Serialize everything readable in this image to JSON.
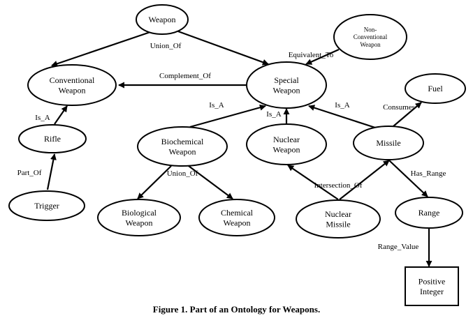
{
  "nodes": [
    {
      "id": "weapon",
      "lines": [
        "Weapon"
      ]
    },
    {
      "id": "non-conventional-weapon",
      "lines": [
        "Non-",
        "Conventional",
        "Weapon"
      ]
    },
    {
      "id": "conventional-weapon",
      "lines": [
        "Conventional",
        "Weapon"
      ]
    },
    {
      "id": "special-weapon",
      "lines": [
        "Special",
        "Weapon"
      ]
    },
    {
      "id": "fuel",
      "lines": [
        "Fuel"
      ]
    },
    {
      "id": "rifle",
      "lines": [
        "Rifle"
      ]
    },
    {
      "id": "biochemical-weapon",
      "lines": [
        "Biochemical",
        "Weapon"
      ]
    },
    {
      "id": "nuclear-weapon",
      "lines": [
        "Nuclear",
        "Weapon"
      ]
    },
    {
      "id": "missile",
      "lines": [
        "Missile"
      ]
    },
    {
      "id": "trigger",
      "lines": [
        "Trigger"
      ]
    },
    {
      "id": "biological-weapon",
      "lines": [
        "Biological",
        "Weapon"
      ]
    },
    {
      "id": "chemical-weapon",
      "lines": [
        "Chemical",
        "Weapon"
      ]
    },
    {
      "id": "nuclear-missile",
      "lines": [
        "Nuclear",
        "Missile"
      ]
    },
    {
      "id": "range",
      "lines": [
        "Range"
      ]
    },
    {
      "id": "positive-integer",
      "lines": [
        "Positive",
        "Integer"
      ]
    }
  ],
  "edges": [
    {
      "id": "weapon-conventional",
      "from": "weapon",
      "to": "conventional-weapon",
      "label": "Union_Of"
    },
    {
      "id": "weapon-special",
      "from": "weapon",
      "to": "special-weapon",
      "label": ""
    },
    {
      "id": "nonconventional-special",
      "from": "non-conventional-weapon",
      "to": "special-weapon",
      "label": "Equivalent_To"
    },
    {
      "id": "special-conventional",
      "from": "special-weapon",
      "to": "conventional-weapon",
      "label": "Complement_Of"
    },
    {
      "id": "rifle-conventional",
      "from": "rifle",
      "to": "conventional-weapon",
      "label": "Is_A"
    },
    {
      "id": "trigger-rifle",
      "from": "trigger",
      "to": "rifle",
      "label": "Part_Of"
    },
    {
      "id": "biochemical-special",
      "from": "biochemical-weapon",
      "to": "special-weapon",
      "label": "Is_A"
    },
    {
      "id": "nuclear-special",
      "from": "nuclear-weapon",
      "to": "special-weapon",
      "label": "Is_A"
    },
    {
      "id": "missile-special",
      "from": "missile",
      "to": "special-weapon",
      "label": "Is_A"
    },
    {
      "id": "missile-fuel",
      "from": "missile",
      "to": "fuel",
      "label": "Consumes"
    },
    {
      "id": "biochemical-biological",
      "from": "biochemical-weapon",
      "to": "biological-weapon",
      "label": "Union_Of"
    },
    {
      "id": "biochemical-chemical",
      "from": "biochemical-weapon",
      "to": "chemical-weapon",
      "label": ""
    },
    {
      "id": "nuclearmissile-nuclear",
      "from": "nuclear-missile",
      "to": "nuclear-weapon",
      "label": "Intersection_Of"
    },
    {
      "id": "nuclearmissile-missile",
      "from": "nuclear-missile",
      "to": "missile",
      "label": ""
    },
    {
      "id": "missile-range",
      "from": "missile",
      "to": "range",
      "label": "Has_Range"
    },
    {
      "id": "range-positive",
      "from": "range",
      "to": "positive-integer",
      "label": "Range_Value"
    }
  ],
  "caption": "Figure 1. Part of an Ontology for Weapons."
}
